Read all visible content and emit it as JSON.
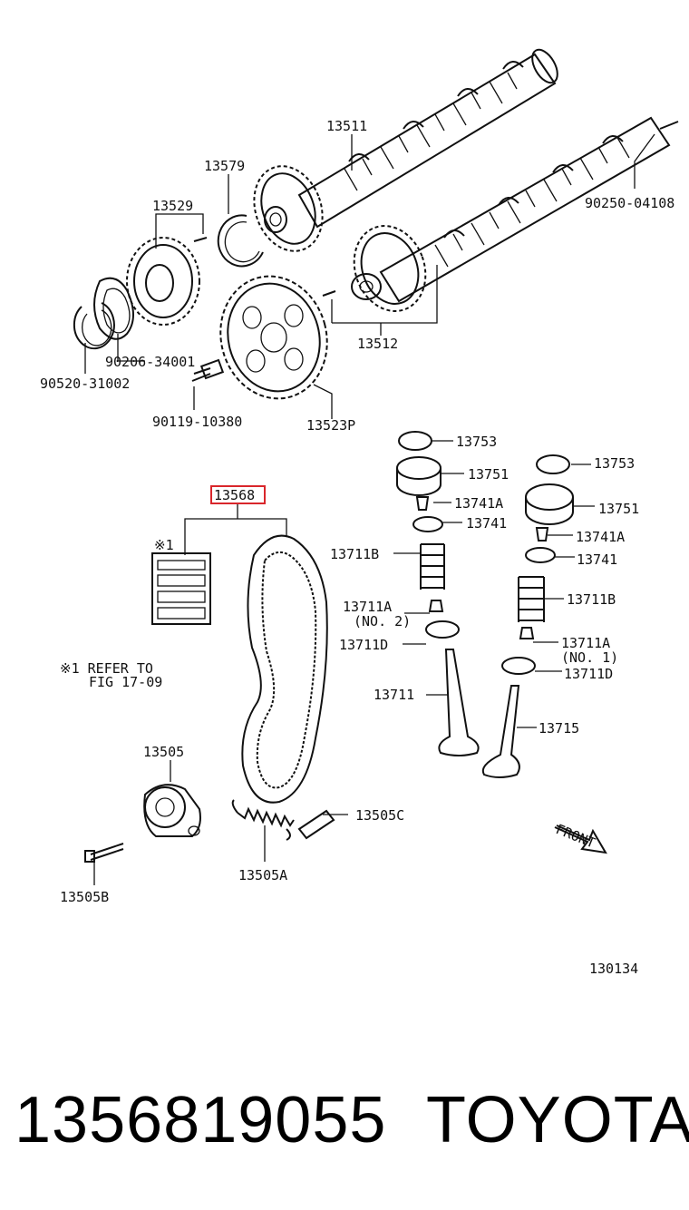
{
  "labels": {
    "p13511": "13511",
    "p13579": "13579",
    "p13529": "13529",
    "p90250": "90250-04108",
    "p90206": "90206-34001",
    "p90520": "90520-31002",
    "p13512": "13512",
    "p90119": "90119-10380",
    "p13523p": "13523P",
    "p13753a": "13753",
    "p13751a": "13751",
    "p13741aA": "13741A",
    "p13741a": "13741",
    "p13753b": "13753",
    "p13751b": "13751",
    "p13741bA": "13741A",
    "p13741b": "13741",
    "p13568": "13568",
    "ref_mark": "※1",
    "p13711Ba": "13711B",
    "p13711Aa": "13711A",
    "p13711Aa_note": "(NO. 2)",
    "p13711Da": "13711D",
    "p13711Bb": "13711B",
    "p13711Ab": "13711A",
    "p13711Ab_note": "(NO. 1)",
    "p13711Db": "13711D",
    "refer1": "※1 REFER TO",
    "refer2": "FIG 17-09",
    "p13711": "13711",
    "p13715": "13715",
    "p13505": "13505",
    "p13505C": "13505C",
    "p13505A": "13505A",
    "p13505B": "13505B",
    "front": "FRONT",
    "fig_number": "130134"
  },
  "footer": {
    "part_number": "1356819055",
    "brand": "TOYOTA"
  },
  "colors": {
    "highlight": "#d9262b",
    "ink": "#111111"
  }
}
